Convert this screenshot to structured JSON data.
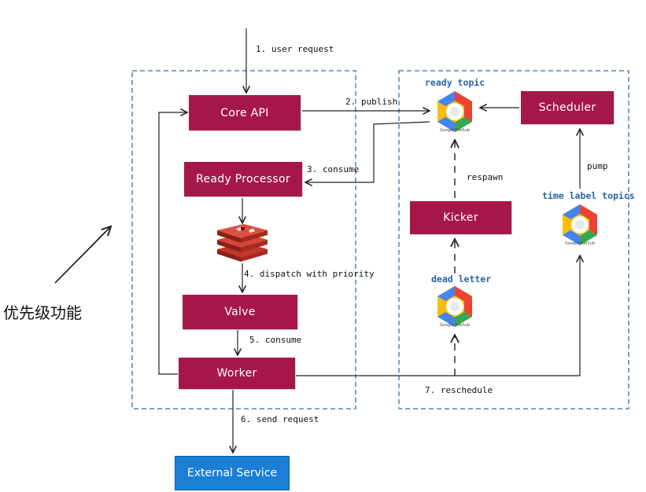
{
  "nodes": {
    "core_api": "Core API",
    "ready_processor": "Ready Processor",
    "valve": "Valve",
    "worker": "Worker",
    "external_service": "External Service",
    "scheduler": "Scheduler",
    "kicker": "Kicker"
  },
  "topics": {
    "ready": "ready topic",
    "time_label": "time label topics",
    "dead_letter": "dead letter"
  },
  "pubsub_caption": "Google PubSub",
  "edges": {
    "user_request": "1. user request",
    "publish": "2. publish",
    "consume3": "3. consume",
    "dispatch": "4. dispatch with priority",
    "consume5": "5. consume",
    "send_request": "6. send request",
    "reschedule": "7. reschedule",
    "respawn": "respawn",
    "pump": "pump"
  },
  "annotation": "优先级功能",
  "colors": {
    "node": "#a5174a",
    "external": "#1c7fd6",
    "boundary": "#2f6fb0",
    "topic_label": "#2a64a8"
  }
}
